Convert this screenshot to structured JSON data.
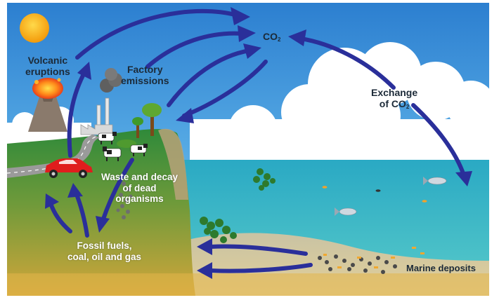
{
  "labels": {
    "volcanic": [
      "Volcanic",
      "eruptions"
    ],
    "factory": [
      "Factory",
      "emissions"
    ],
    "co2": {
      "base": "CO",
      "sub": "2"
    },
    "exchange": {
      "line1": "Exchange",
      "line2_base": "of CO",
      "line2_sub": "2"
    },
    "waste": [
      "Waste and decay",
      "of dead",
      "organisms"
    ],
    "fossil": [
      "Fossil fuels,",
      "coal, oil and gas"
    ],
    "marine": "Marine deposits"
  },
  "colors": {
    "arrow": "#2a2f9a",
    "sky_top": "#2c7fd0",
    "sky_bottom": "#b9dff5",
    "sea": "#2fb3c6",
    "sea_deep": "#1e9fb3",
    "land": "#3f8f3a",
    "soil": "#b7a23e",
    "sand": "#d9c390",
    "sun": "#f7a60c",
    "car": "#e01d1d"
  },
  "icons": [
    "sun-icon",
    "volcano-icon",
    "factory-icon",
    "tree-icon",
    "cow-icon",
    "car-icon",
    "fish-icon",
    "seaweed-icon",
    "cloud-icon"
  ]
}
